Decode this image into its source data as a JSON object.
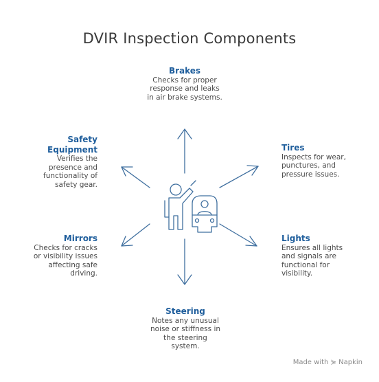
{
  "title": "DVIR Inspection Components",
  "items": {
    "brakes": {
      "title": "Brakes",
      "desc": "Checks for proper response and leaks in air brake systems."
    },
    "tires": {
      "title": "Tires",
      "desc": "Inspects for wear, punctures, and pressure issues."
    },
    "lights": {
      "title": "Lights",
      "desc": "Ensures all lights and signals are functional for visibility."
    },
    "steering": {
      "title": "Steering",
      "desc": "Notes any unusual noise or stiffness in the steering system."
    },
    "mirrors": {
      "title": "Mirrors",
      "desc": "Checks for cracks or visibility issues affecting safe driving."
    },
    "safety": {
      "title": "Safety Equipment",
      "desc": "Verifies the presence and functionality of safety gear."
    }
  },
  "footer": {
    "made_with": "Made with",
    "brand": "Napkin"
  },
  "colors": {
    "accent": "#1f5e9c",
    "line": "#3f6f9f",
    "text": "#4a4a4a"
  },
  "icons": [
    "inspector-person-icon",
    "vehicle-driver-icon"
  ]
}
